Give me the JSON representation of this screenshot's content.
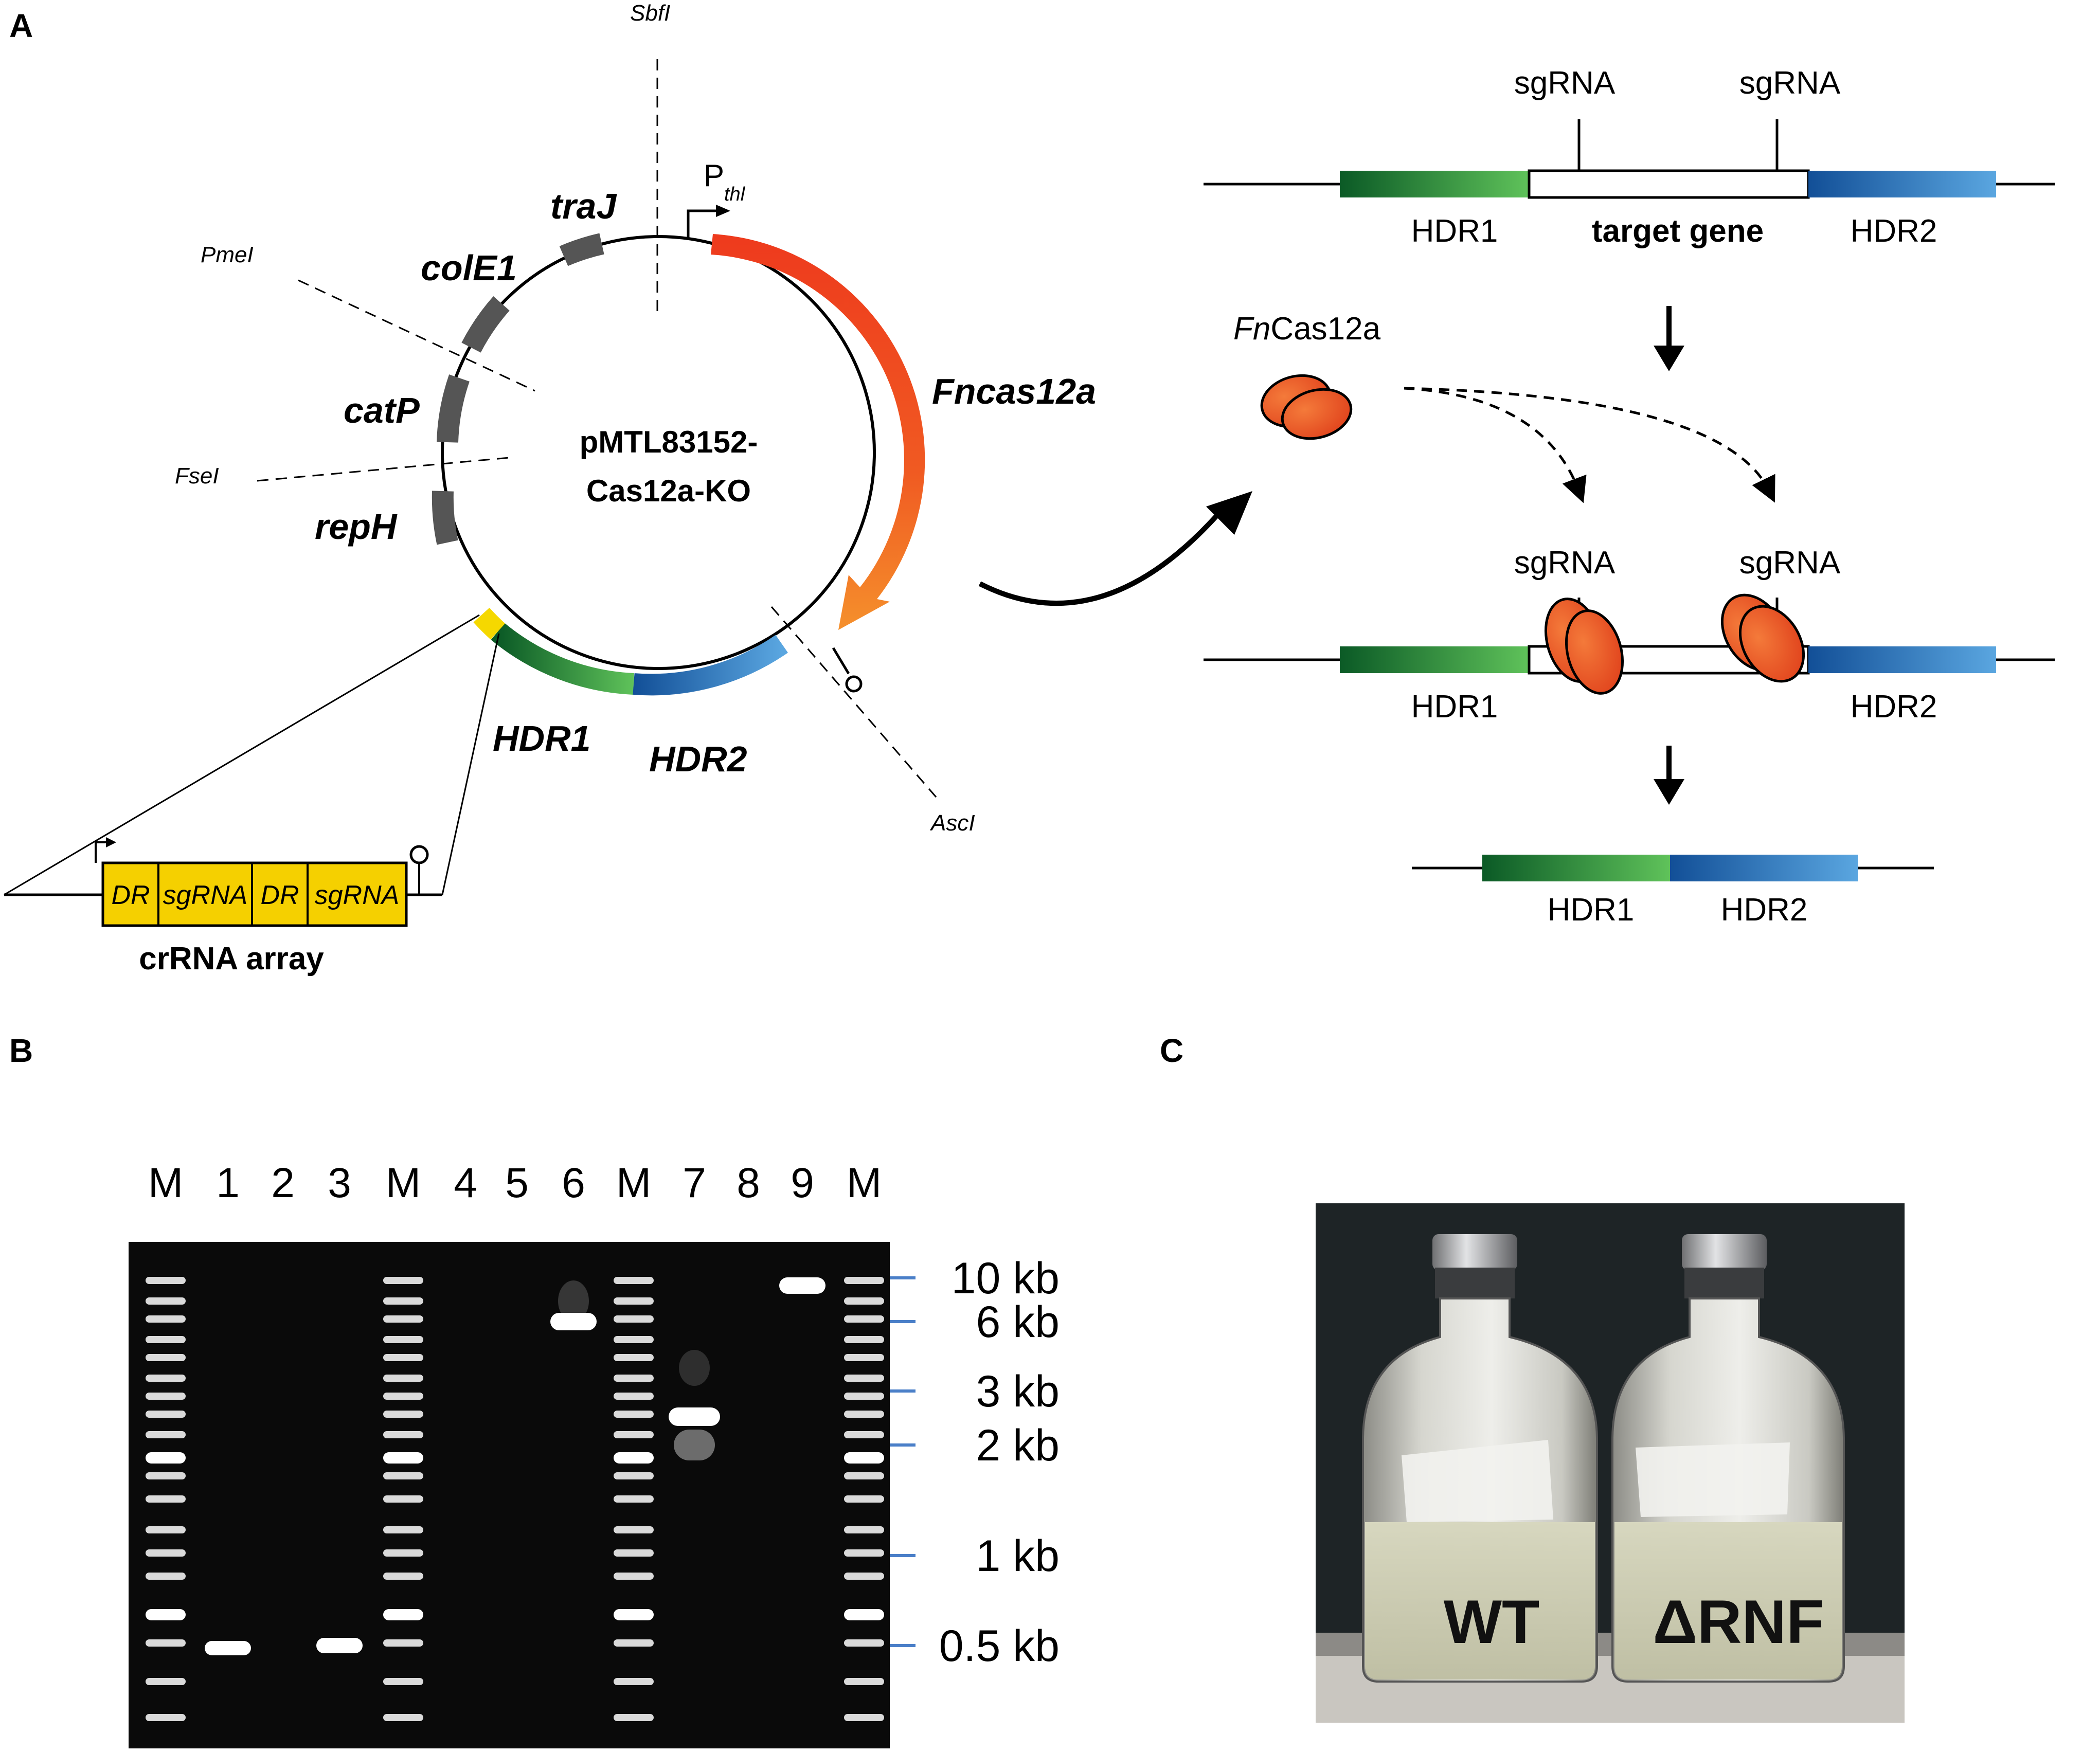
{
  "panels": {
    "a": "A",
    "b": "B",
    "c": "C"
  },
  "plasmid": {
    "name_line1": "pMTL83152-",
    "name_line2": "Cas12a-KO",
    "sites": {
      "sbfi": "SbfI",
      "pmei": "PmeI",
      "fsei": "FseI",
      "asci": "AscI"
    },
    "genes": {
      "traj": "traJ",
      "cole1": "colE1",
      "catp": "catP",
      "reph": "repH",
      "fncas12a": "Fncas12a",
      "hdr1": "HDR1",
      "hdr2": "HDR2"
    },
    "promoter": {
      "p": "P",
      "sub": "thl"
    },
    "crrna": {
      "dr1": "DR",
      "sg1": "sgRNA",
      "dr2": "DR",
      "sg2": "sgRNA",
      "label": "crRNA array"
    },
    "colors": {
      "cas": "#e8451f",
      "hdr1": "#1f8a3c",
      "hdr2": "#1f69b4",
      "crrna": "#f5c800",
      "backbone": "#5a5a5a"
    }
  },
  "scheme": {
    "sgrna_1": "sgRNA",
    "sgrna_2": "sgRNA",
    "sgrna_3": "sgRNA",
    "sgrna_4": "sgRNA",
    "hdr1_a": "HDR1",
    "target": "target gene",
    "hdr2_a": "HDR2",
    "enzyme_prefix": "Fn",
    "enzyme_suffix": "Cas12a",
    "hdr1_b": "HDR1",
    "hdr2_b": "HDR2",
    "hdr1_c": "HDR1",
    "hdr2_c": "HDR2"
  },
  "gel": {
    "lanes": [
      "M",
      "1",
      "2",
      "3",
      "M",
      "4",
      "5",
      "6",
      "M",
      "7",
      "8",
      "9",
      "M"
    ],
    "ladder_labels": [
      "10 kb",
      "6 kb",
      "3 kb",
      "2 kb",
      "1 kb",
      "0.5 kb"
    ],
    "marker_color": "#4a7fc8"
  },
  "bottles": {
    "left": "WT",
    "right": "ΔRNF"
  }
}
